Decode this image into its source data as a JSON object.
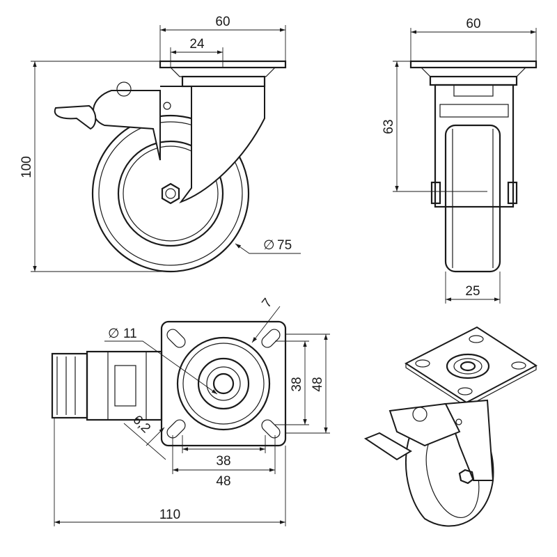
{
  "title": "Swivel castor with brake - dimensional drawing",
  "side_view": {
    "plate_width": "60",
    "bolt_offset": "24",
    "height": "100",
    "wheel_diameter": "75",
    "diameter_symbol": "∅"
  },
  "front_view": {
    "plate_width": "60",
    "axle_height": "63",
    "wheel_width": "25"
  },
  "bottom_view": {
    "hole_diameter": "11",
    "diameter_symbol": "∅",
    "slot_width": "7",
    "slot_length": "6,2",
    "hole_spacing_v": "38",
    "plate_v": "48",
    "hole_spacing_h": "38",
    "plate_h": "48",
    "overall_length": "110"
  },
  "colors": {
    "line": "#1a1a1a",
    "background": "#ffffff"
  }
}
